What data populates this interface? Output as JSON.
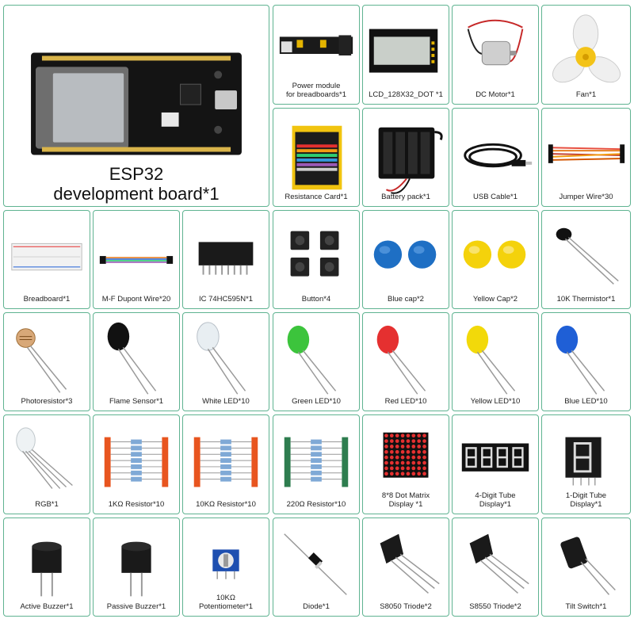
{
  "esp32": {
    "title": "ESP32\ndevelopment board*1"
  },
  "items": {
    "power_module": "Power module\nfor breadboards*1",
    "lcd": "LCD_128X32_DOT *1",
    "dc_motor": "DC Motor*1",
    "fan": "Fan*1",
    "resistance_card": "Resistance Card*1",
    "battery_pack": "Battery pack*1",
    "usb_cable": "USB Cable*1",
    "jumper_wire": "Jumper Wire*30",
    "breadboard": "Breadboard*1",
    "mf_dupont": "M-F Dupont Wire*20",
    "ic_74hc595": "IC 74HC595N*1",
    "button": "Button*4",
    "blue_cap": "Blue cap*2",
    "yellow_cap": "Yellow Cap*2",
    "thermistor": "10K Thermistor*1",
    "photoresistor": "Photoresistor*3",
    "flame_sensor": "Flame Sensor*1",
    "white_led": "White LED*10",
    "green_led": "Green LED*10",
    "red_led": "Red LED*10",
    "yellow_led": "Yellow LED*10",
    "blue_led": "Blue LED*10",
    "rgb": "RGB*1",
    "res_1k": "1KΩ Resistor*10",
    "res_10k": "10KΩ Resistor*10",
    "res_220": "220Ω Resistor*10",
    "dot_matrix": "8*8 Dot Matrix\nDisplay *1",
    "tube4": "4-Digit Tube\nDisplay*1",
    "tube1": "1-Digit Tube\nDisplay*1",
    "active_buzzer": "Active Buzzer*1",
    "passive_buzzer": "Passive Buzzer*1",
    "potentiometer": "10KΩ\nPotentiometer*1",
    "diode": "Diode*1",
    "s8050": "S8050 Triode*2",
    "s8550": "S8550 Triode*2",
    "tilt_switch": "Tilt Switch*1"
  },
  "colors": {
    "border": "#5fb391",
    "pcb": "#111111",
    "led_green": "#3cc43c",
    "led_red": "#e53030",
    "led_yellow": "#f2d90a",
    "led_blue": "#1f5fd6",
    "cap_blue": "#1e6fc4",
    "cap_yellow": "#f4d20b"
  }
}
